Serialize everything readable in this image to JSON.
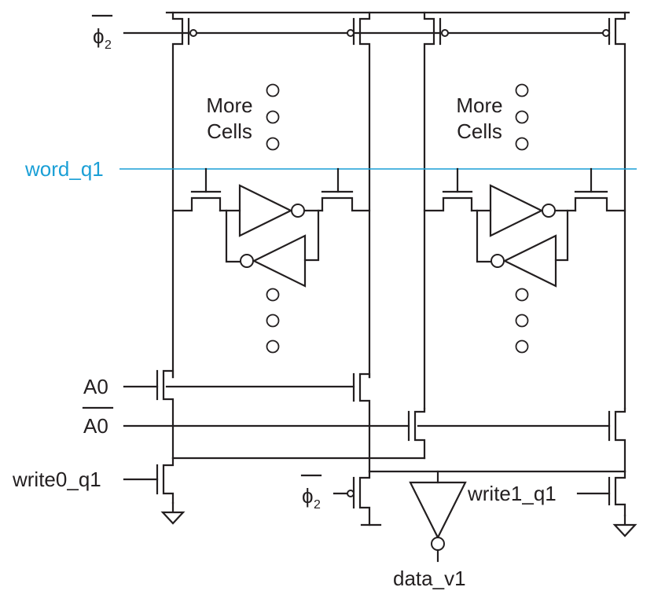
{
  "signals": {
    "phi2_bar_top": {
      "symbol": "ϕ",
      "subscript": "2"
    },
    "word_line": "word_q1",
    "address": "A0",
    "address_bar": "A0",
    "write0": "write0_q1",
    "write1": "write1_q1",
    "phi2_bar_bottom": {
      "symbol": "ϕ",
      "subscript": "2"
    },
    "data_out": "data_v1"
  },
  "cells": {
    "left": {
      "line1": "More",
      "line2": "Cells"
    },
    "right": {
      "line1": "More",
      "line2": "Cells"
    }
  },
  "colors": {
    "wire": "#231f20",
    "word_line": "#1a9fd6"
  }
}
